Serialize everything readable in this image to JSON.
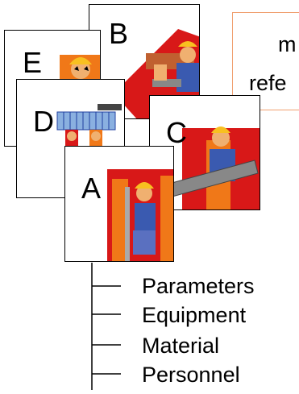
{
  "cards": {
    "a": {
      "letter": "A"
    },
    "b": {
      "letter": "B"
    },
    "c": {
      "letter": "C"
    },
    "d": {
      "letter": "D"
    },
    "e": {
      "letter": "E"
    }
  },
  "note": {
    "line1": "m",
    "line2": "refe"
  },
  "tree": {
    "items": [
      "Parameters",
      "Equipment",
      "Material",
      "Personnel"
    ]
  },
  "colors": {
    "note_border": "#f0a070",
    "clipart_red": "#d81818",
    "clipart_orange": "#f07818",
    "clipart_yellow": "#f8c020",
    "clipart_blue": "#3a5ab0",
    "skin": "#f0b070"
  }
}
